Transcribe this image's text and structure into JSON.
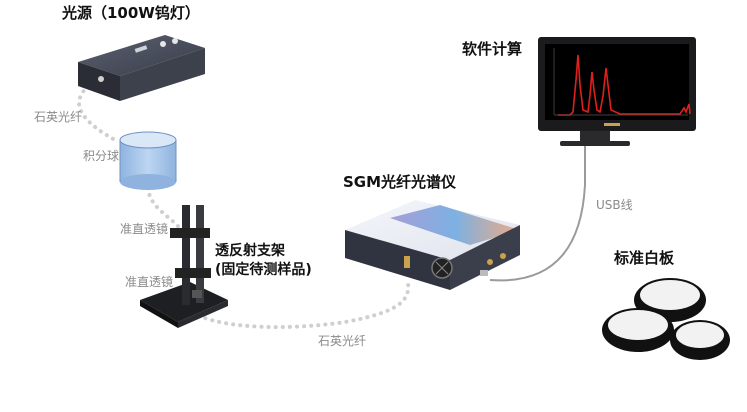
{
  "labels": {
    "light_source": "光源（100W钨灯）",
    "quartz_fiber_top": "石英光纤",
    "integrating_sphere": "积分球",
    "collimating_lens_1": "准直透镜",
    "collimating_lens_2": "准直透镜",
    "holder_line1": "透反射支架",
    "holder_line2": "(固定待测样品)",
    "quartz_fiber_bottom": "石英光纤",
    "spectrometer": "SGM光纤光谱仪",
    "software": "软件计算",
    "usb_cable": "USB线",
    "white_board": "标准白板"
  },
  "colors": {
    "spectrum_line": "#e0201c",
    "sphere": "#a9c8ea",
    "fiber": "#d9d9d9",
    "device_body": "#2f3440"
  }
}
